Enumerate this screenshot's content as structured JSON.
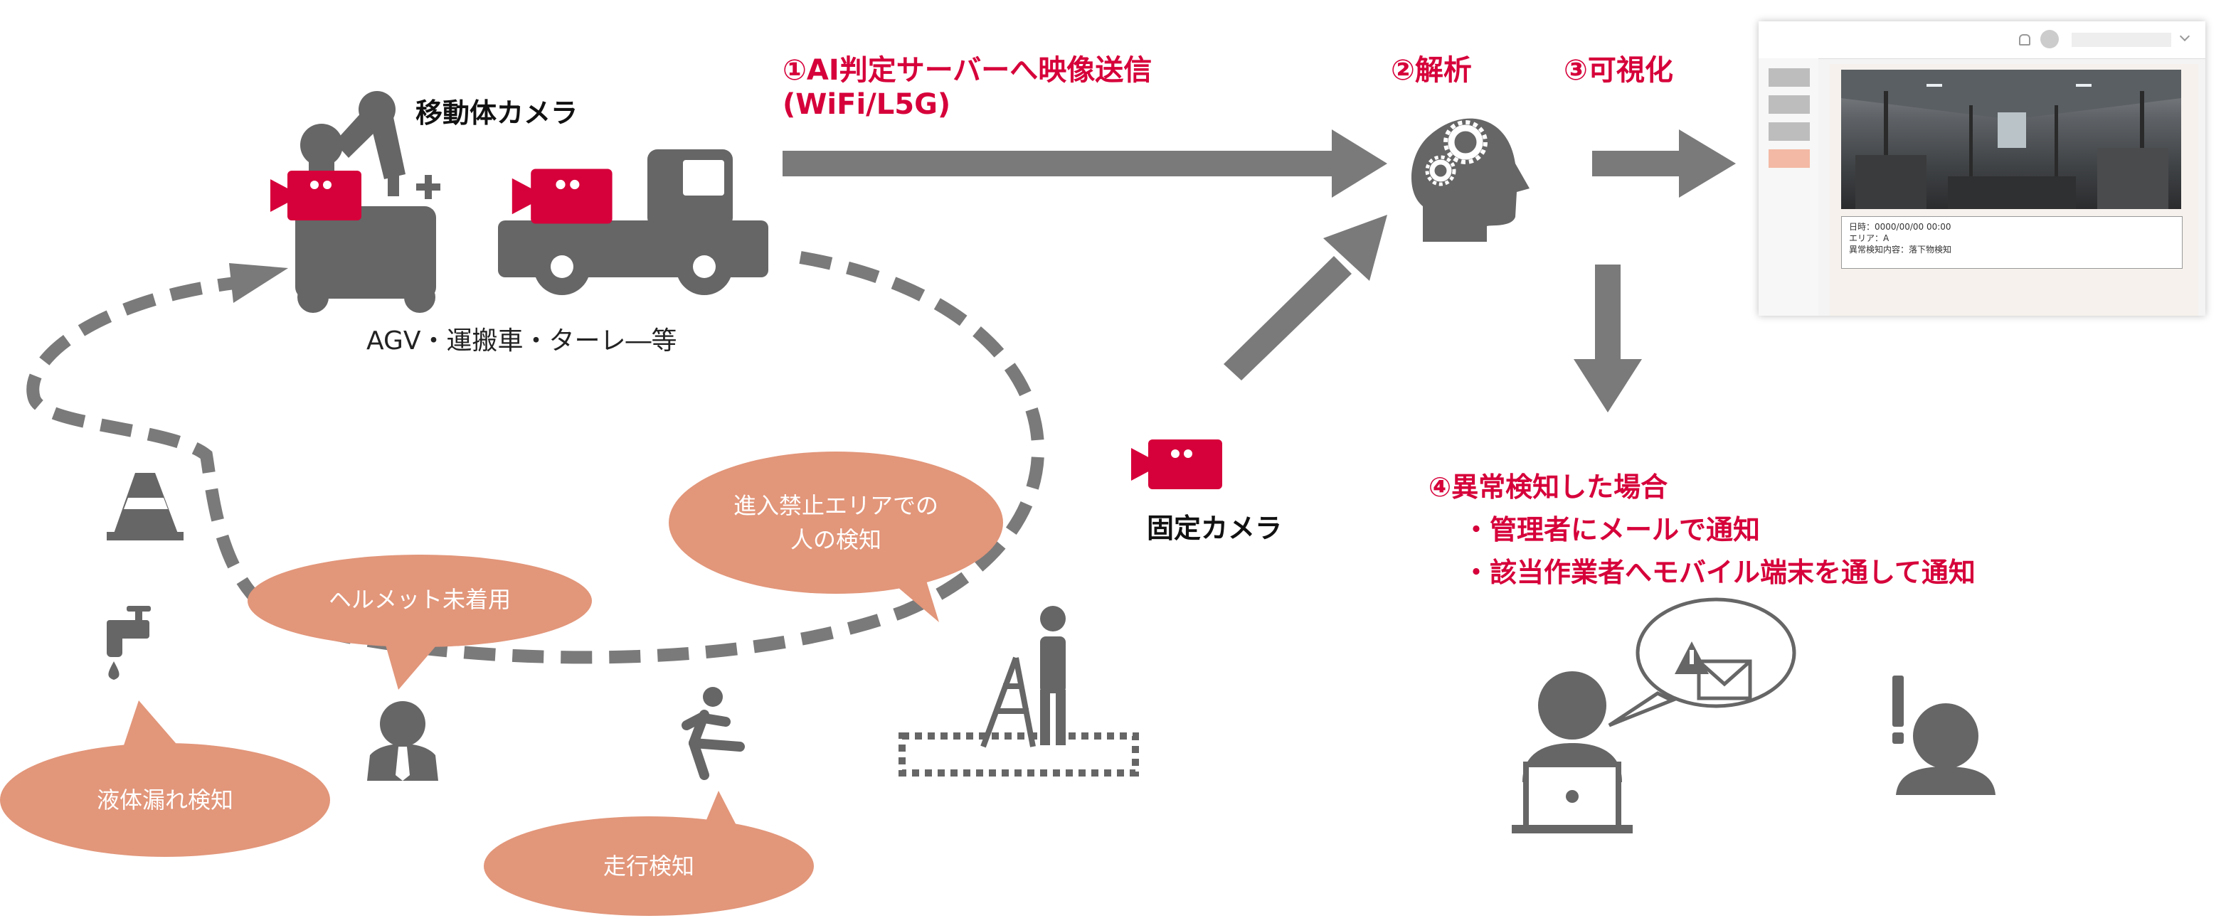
{
  "mobile_camera": {
    "title": "移動体カメラ",
    "vehicles_label": "AGV・運搬車・ターレ―等"
  },
  "fixed_camera": {
    "title": "固定カメラ"
  },
  "steps": {
    "step1_line1": "①AI判定サーバーへ映像送信",
    "step1_line2": "(WiFi/L5G)",
    "step2": "②解析",
    "step3": "③可視化"
  },
  "detections": {
    "liquid_leak": "液体漏れ検知",
    "helmet": "ヘルメット未着用",
    "running": "走行検知",
    "no_entry_line1": "進入禁止エリアでの",
    "no_entry_line2": "人の検知"
  },
  "notification": {
    "heading": "④異常検知した場合",
    "item1": "・管理者にメールで通知",
    "item2": "・該当作業者へモバイル端末を通して通知"
  },
  "dashboard": {
    "info_line1": "日時：0000/00/00 00:00",
    "info_line2": "エリア：A",
    "info_line3": "異常検知内容：落下物検知"
  },
  "colors": {
    "accent_red": "#d6003a",
    "icon_gray": "#666666",
    "arrow_gray": "#7a7a7a",
    "bubble_salmon": "#e2967a"
  },
  "icons": [
    "robot-arm-agv-icon",
    "truck-icon",
    "camera-icon",
    "ai-head-gears-icon",
    "traffic-cone-icon",
    "faucet-leak-icon",
    "worker-tie-icon",
    "running-person-icon",
    "ladder-worker-icon",
    "user-laptop-icon",
    "mail-alert-icon",
    "user-alert-icon"
  ]
}
